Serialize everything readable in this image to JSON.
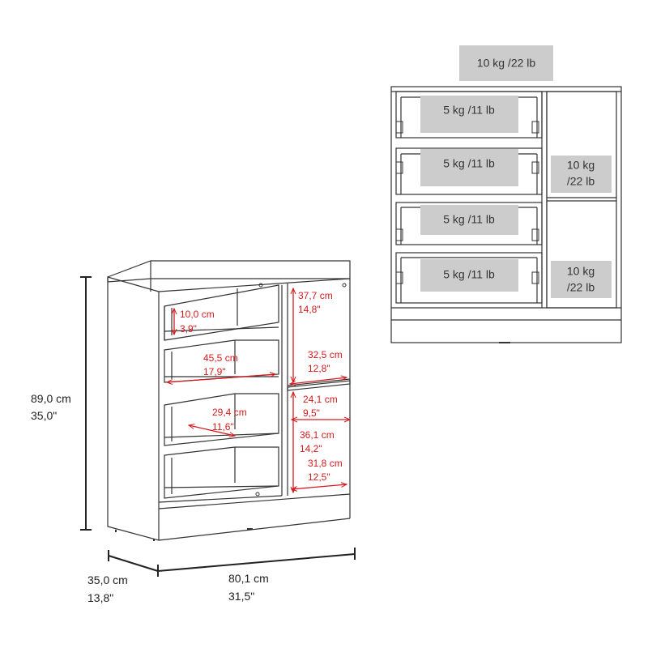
{
  "load_capacity": {
    "top_panel": "10 kg /22 lb",
    "drawer_1": "5 kg /11 lb",
    "drawer_2": "5 kg /11 lb",
    "drawer_3": "5 kg /11 lb",
    "drawer_4": "5 kg /11 lb",
    "upper_shelf": [
      "10 kg",
      "/22 lb"
    ],
    "lower_shelf": [
      "10 kg",
      "/22 lb"
    ]
  },
  "overall_dimensions": {
    "height": [
      "89,0 cm",
      "35,0\""
    ],
    "depth": [
      "35,0 cm",
      "13,8\""
    ],
    "width": [
      "80,1 cm",
      "31,5\""
    ]
  },
  "interior_dimensions": {
    "drawer_height": [
      "10,0 cm",
      "3,9\""
    ],
    "drawer_width": [
      "45,5 cm",
      "17,9\""
    ],
    "drawer_depth": [
      "29,4 cm",
      "11,6\""
    ],
    "upper_cabinet_height": [
      "37,7 cm",
      "14,8\""
    ],
    "shelf_depth_upper": [
      "32,5 cm",
      "12,8\""
    ],
    "shelf_width": [
      "24,1 cm",
      "9,5\""
    ],
    "lower_cabinet_height": [
      "36,1 cm",
      "14,2\""
    ],
    "shelf_depth_lower": [
      "31,8 cm",
      "12,5\""
    ]
  },
  "colors": {
    "outline": "#333333",
    "dimension_red": "#d7191c",
    "label_box": "#cccccc",
    "label_text": "#333333"
  }
}
